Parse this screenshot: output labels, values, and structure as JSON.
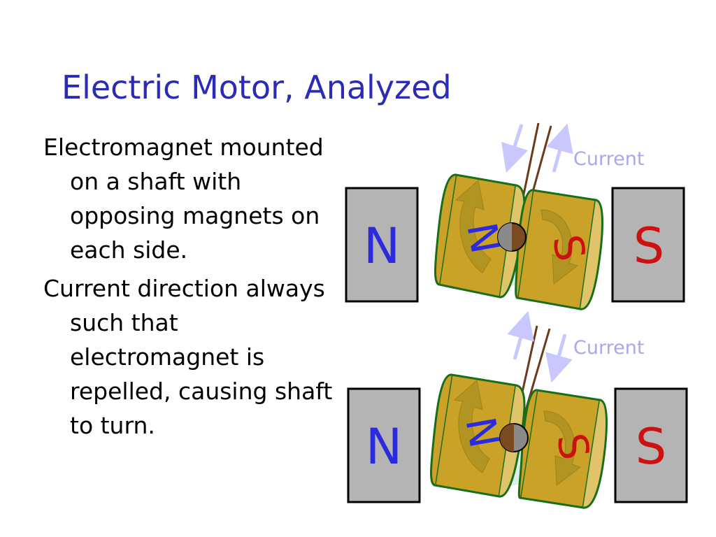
{
  "slide": {
    "title": "Electric Motor, Analyzed",
    "bullets": [
      "Electromagnet mounted on a shaft with opposing magnets on each side.",
      "Current direction always such that electromagnet is repelled, causing shaft to turn."
    ]
  },
  "diagrams": [
    {
      "left_magnet_label": "N",
      "right_magnet_label": "S",
      "electromagnet_left_label": "N",
      "electromagnet_right_label": "S",
      "current_label": "Current"
    },
    {
      "left_magnet_label": "N",
      "right_magnet_label": "S",
      "electromagnet_left_label": "N",
      "electromagnet_right_label": "S",
      "current_label": "Current"
    }
  ],
  "colors": {
    "title": "#2b2bb8",
    "north": "#2b2bdd",
    "south": "#cc1111",
    "magnet_fill": "#b4b4b4",
    "coil_fill": "#c9a227",
    "coil_edge": "#1a6e1a",
    "current_arrow": "#c8c8ff",
    "current_text": "#a8a8ee"
  }
}
